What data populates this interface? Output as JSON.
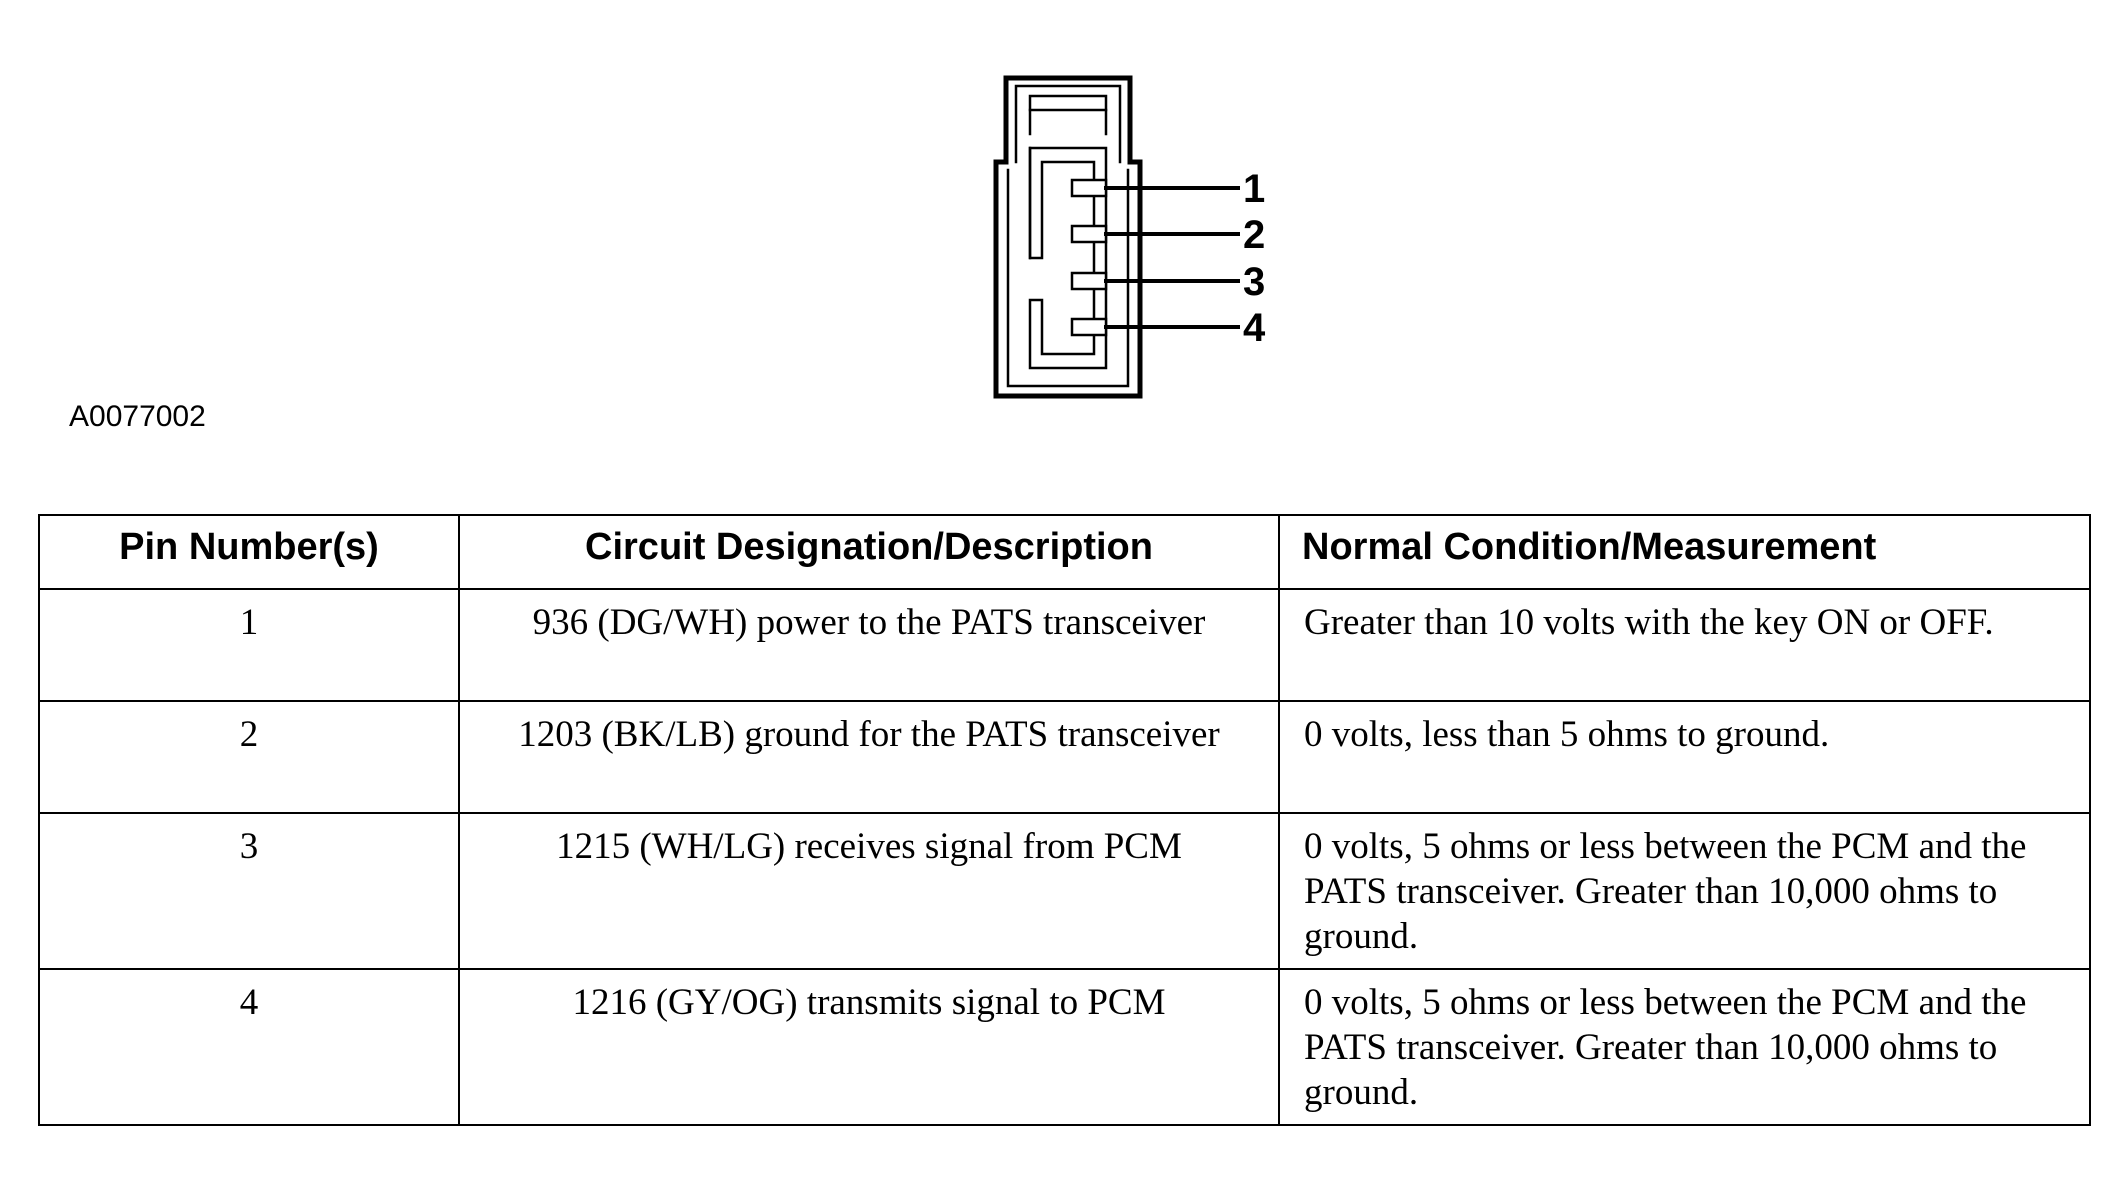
{
  "figure": {
    "id": "A0077002",
    "pin_labels": [
      "1",
      "2",
      "3",
      "4"
    ]
  },
  "table": {
    "headers": [
      "Pin Number(s)",
      "Circuit Designation/Description",
      "Normal Condition/Measurement"
    ],
    "rows": [
      {
        "pin": "1",
        "circuit": "936 (DG/WH) power to the PATS transceiver",
        "condition": "Greater than 10 volts with the key ON or OFF."
      },
      {
        "pin": "2",
        "circuit": "1203 (BK/LB) ground for the PATS transceiver",
        "condition": "0 volts, less than 5 ohms to ground."
      },
      {
        "pin": "3",
        "circuit": "1215 (WH/LG) receives signal from PCM",
        "condition": "0 volts, 5 ohms or less between the PCM and the PATS transceiver. Greater than 10,000 ohms to ground."
      },
      {
        "pin": "4",
        "circuit": "1216 (GY/OG) transmits signal to PCM",
        "condition": "0 volts, 5 ohms or less between the PCM and the PATS transceiver. Greater than 10,000 ohms to ground."
      }
    ]
  }
}
